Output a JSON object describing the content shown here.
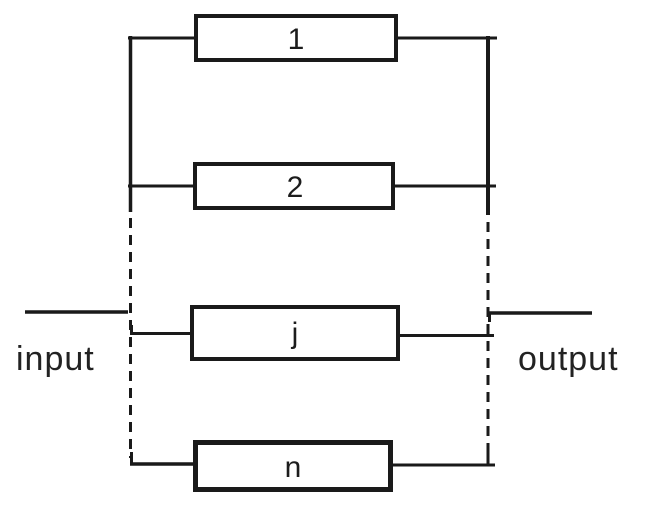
{
  "diagram": {
    "kind": "parallel-system-block-diagram",
    "input_label": "input",
    "output_label": "output",
    "components": [
      {
        "label": "1"
      },
      {
        "label": "2"
      },
      {
        "label": "j"
      },
      {
        "label": "n"
      }
    ],
    "colors": {
      "background": "#ffffff",
      "line": "#1a1a1a",
      "text": "#222222",
      "box_fill": "#ffffff"
    }
  }
}
